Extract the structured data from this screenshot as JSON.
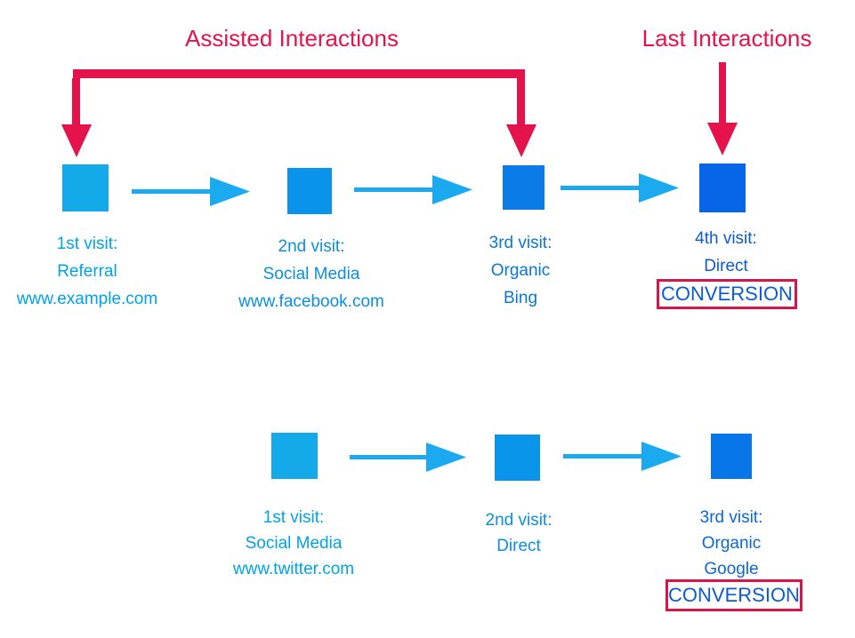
{
  "titles": {
    "assisted": "Assisted Interactions",
    "last": "Last Interactions"
  },
  "conversion_label": "CONVERSION",
  "colors": {
    "crimson": "#e4134b",
    "conversion_box_border": "#d6154b",
    "flow_arrow": "#1baaef",
    "conversion_text": "#0b5bd6"
  },
  "journeys": [
    {
      "steps": [
        {
          "lines": [
            "1st visit:",
            "Referral",
            "www.example.com"
          ],
          "square_color": "#14a9e8",
          "label_color": "#00a3e8",
          "conversion": false
        },
        {
          "lines": [
            "2nd visit:",
            "Social Media",
            "www.facebook.com"
          ],
          "square_color": "#0993ea",
          "label_color": "#0a8fe2",
          "conversion": false
        },
        {
          "lines": [
            "3rd visit:",
            "Organic",
            "Bing"
          ],
          "square_color": "#0b7be8",
          "label_color": "#0778d8",
          "conversion": false
        },
        {
          "lines": [
            "4th visit:",
            "Direct"
          ],
          "square_color": "#0765e8",
          "label_color": "#0b5bd6",
          "conversion": true
        }
      ]
    },
    {
      "steps": [
        {
          "lines": [
            "1st visit:",
            "Social Media",
            "www.twitter.com"
          ],
          "square_color": "#14a9e8",
          "label_color": "#00a3e8",
          "conversion": false
        },
        {
          "lines": [
            "2nd visit:",
            "Direct"
          ],
          "square_color": "#0995ea",
          "label_color": "#0a8fe2",
          "conversion": false
        },
        {
          "lines": [
            "3rd visit:",
            "Organic",
            "Google"
          ],
          "square_color": "#0875e8",
          "label_color": "#0b67d8",
          "conversion": true
        }
      ]
    }
  ]
}
